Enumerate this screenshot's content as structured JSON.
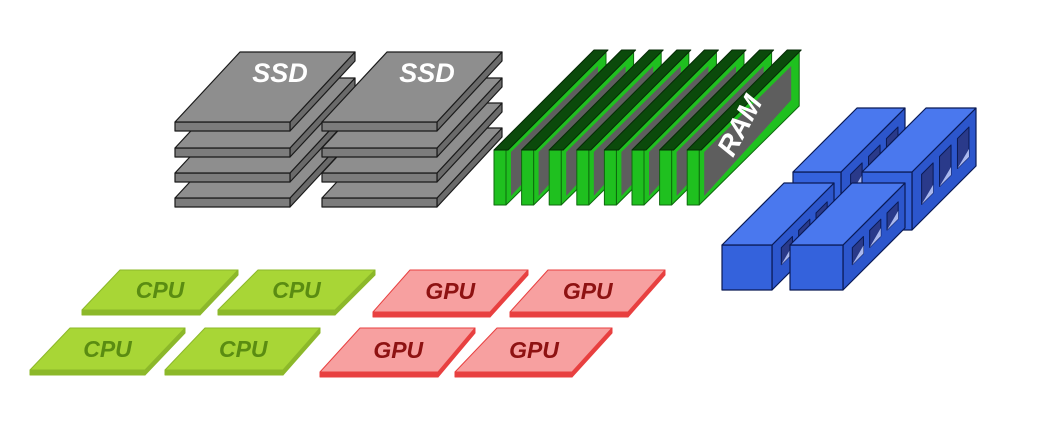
{
  "diagram": {
    "ssd_labels": [
      "SSD",
      "SSD"
    ],
    "ram_label": "RAM",
    "cpu_labels": [
      "CPU",
      "CPU",
      "CPU",
      "CPU"
    ],
    "gpu_labels": [
      "GPU",
      "GPU",
      "GPU",
      "GPU"
    ]
  },
  "colors": {
    "ssd_top": "#8e8e8e",
    "ssd_front": "#7c7c7c",
    "ssd_side": "#6a6a6a",
    "ram_top": "#0b4a0b",
    "ram_green": "#1fc01f",
    "ram_chip": "#5e5e5e",
    "box_top": "#4a78ee",
    "box_front": "#3462dc",
    "box_side": "#2c56cc",
    "box_window": "#2a3a8a",
    "cpu_fill": "#a8d636",
    "cpu_edge": "#8cb82a",
    "cpu_text": "#5a8c12",
    "gpu_fill": "#f7a0a0",
    "gpu_edge": "#e84040",
    "gpu_text": "#8e1212"
  }
}
